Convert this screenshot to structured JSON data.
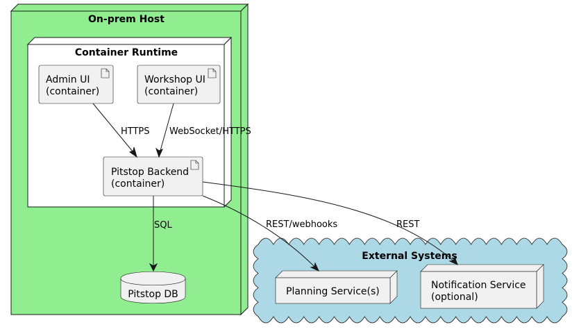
{
  "diagram": {
    "type": "deployment",
    "colors": {
      "host_fill": "#90EE90",
      "runtime_fill": "#FFFFFF",
      "cloud_fill": "#ADD8E6",
      "element_fill": "#F1F1F1",
      "line": "#181818"
    },
    "host": {
      "title": "On-prem Host"
    },
    "runtime": {
      "title": "Container Runtime"
    },
    "artifacts": [
      {
        "id": "admin_ui",
        "line1": "Admin UI",
        "line2": "(container)",
        "icon": "artifact-icon"
      },
      {
        "id": "workshop_ui",
        "line1": "Workshop UI",
        "line2": "(container)",
        "icon": "artifact-icon"
      },
      {
        "id": "backend",
        "line1": "Pitstop Backend",
        "line2": "(container)",
        "icon": "artifact-icon"
      }
    ],
    "database": {
      "label": "Pitstop DB"
    },
    "cloud": {
      "title": "External Systems"
    },
    "external_nodes": [
      {
        "id": "planning",
        "line1": "Planning Service(s)",
        "line2": ""
      },
      {
        "id": "notification",
        "line1": "Notification Service",
        "line2": "(optional)"
      }
    ],
    "edges": [
      {
        "from": "admin_ui",
        "to": "backend",
        "label": "HTTPS"
      },
      {
        "from": "workshop_ui",
        "to": "backend",
        "label": "WebSocket/HTTPS"
      },
      {
        "from": "backend",
        "to": "database",
        "label": "SQL"
      },
      {
        "from": "backend",
        "to": "planning",
        "label": "REST/webhooks"
      },
      {
        "from": "backend",
        "to": "notification",
        "label": "REST"
      }
    ]
  }
}
